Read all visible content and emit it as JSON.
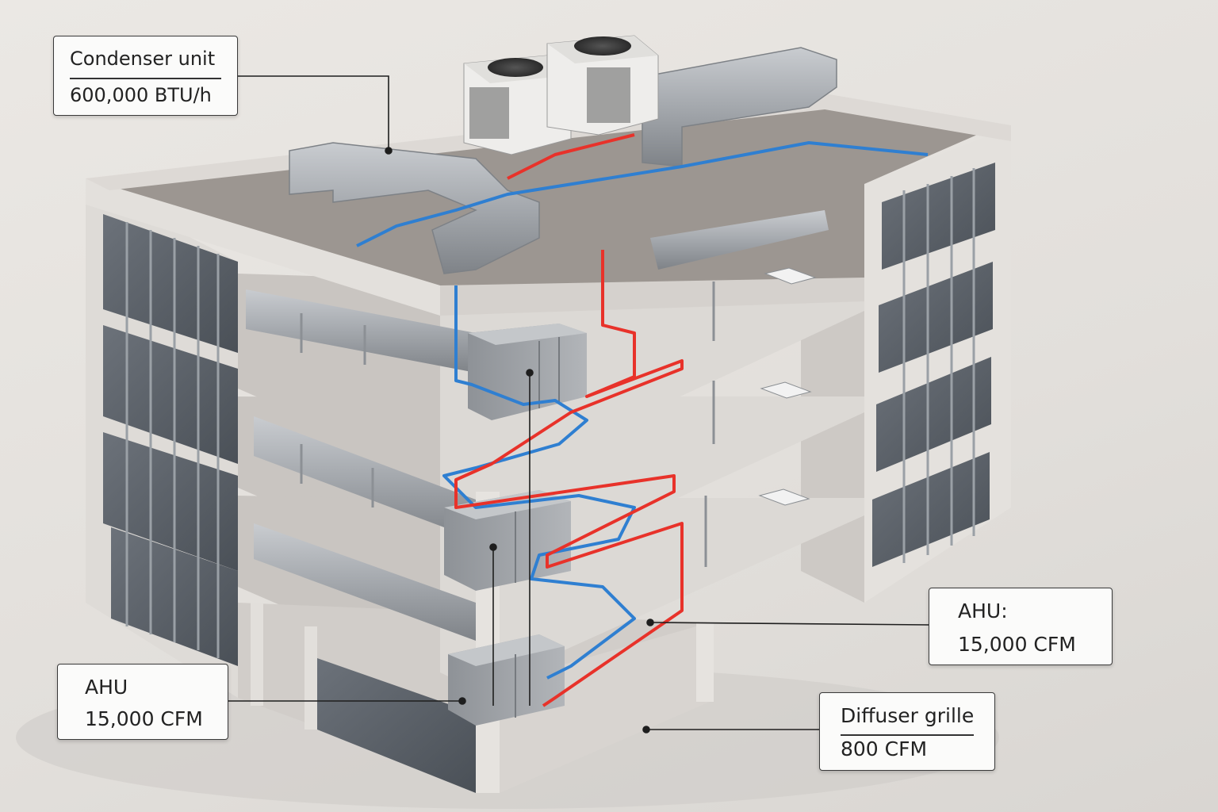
{
  "colors": {
    "refrigerant_hot": "#e8322a",
    "refrigerant_cold": "#2f7fd1",
    "duct": "#a9adb2",
    "concrete": "#d4d1cd",
    "slab_top": "#9a948f",
    "glass": "#565c63"
  },
  "labels": {
    "condenser": {
      "title": "Condenser unit",
      "value": "600,000 BTU/h"
    },
    "ahu_right": {
      "title": "AHU:",
      "value": "15,000 CFM"
    },
    "ahu_left": {
      "title": "AHU",
      "value": "15,000 CFM"
    },
    "diffuser": {
      "title": "Diffuser grille",
      "value": "800 CFM"
    }
  }
}
